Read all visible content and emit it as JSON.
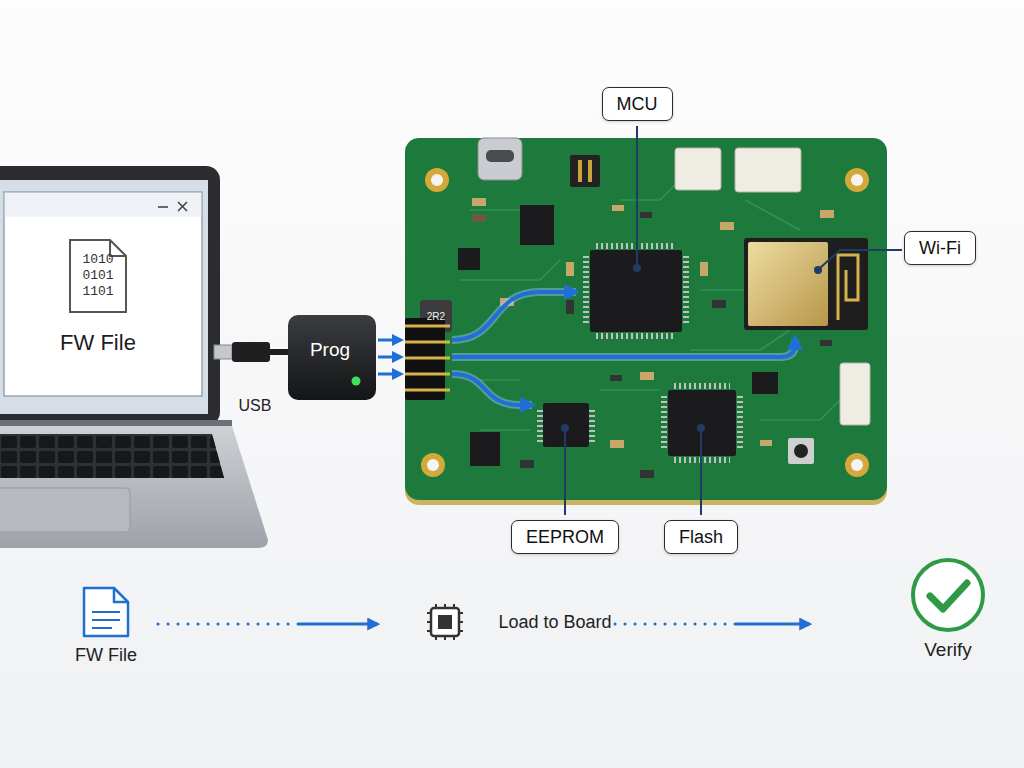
{
  "diagram": {
    "nodes": [
      {
        "text": [
          "1010 0101 1101",
          "FW File"
        ]
      },
      {
        "text": [
          "Prog"
        ]
      },
      {
        "text": [
          "MCU"
        ]
      },
      {
        "text": [
          "Wi-Fi"
        ]
      },
      {
        "text": [
          "EEPROM"
        ]
      },
      {
        "text": [
          "Flash"
        ]
      },
      {
        "text": [
          "FW File"
        ]
      },
      {
        "text": [
          "Load to Board"
        ]
      },
      {
        "text": [
          "Verify"
        ]
      }
    ],
    "edges": [
      {
        "from": 6,
        "to": 7,
        "arrow": "to"
      },
      {
        "from": 7,
        "to": 8,
        "arrow": "to"
      }
    ],
    "labels": [
      "USB",
      "2R2"
    ]
  }
}
